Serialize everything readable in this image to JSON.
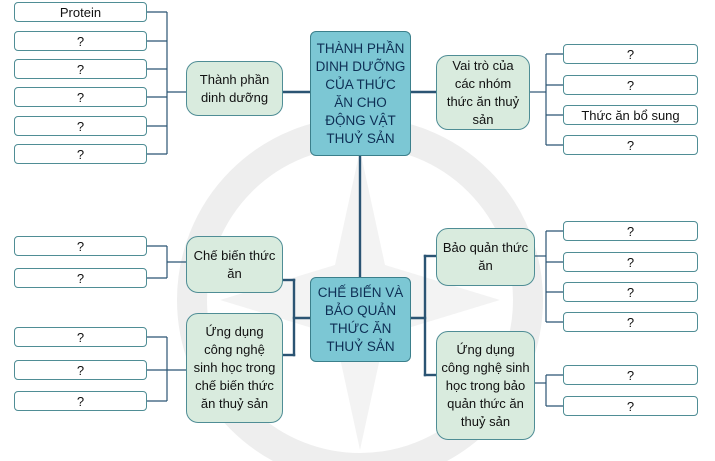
{
  "center_top": "THÀNH PHẦN DINH DƯỠNG CỦA THỨC ĂN CHO ĐỘNG VẬT THUỶ SẢN",
  "center_bottom": "CHẾ BIẾN VÀ BẢO QUẢN THỨC ĂN THUỶ SẢN",
  "branches": {
    "thanh_phan": "Thành phần dinh dưỡng",
    "vai_tro": "Vai trò của các nhóm thức ăn thuỷ sản",
    "che_bien": "Chế biến thức ăn",
    "ung_dung_che_bien": "Ứng dụng công nghệ sinh học trong chế biến thức ăn thuỷ sản",
    "bao_quan": "Bảo quản thức ăn",
    "ung_dung_bao_quan": "Ứng dụng công nghệ sinh học trong bảo quản thức ăn thuỷ sản"
  },
  "leaves": {
    "thanh_phan": [
      "Protein",
      "?",
      "?",
      "?",
      "?",
      "?"
    ],
    "vai_tro": [
      "?",
      "?",
      "Thức ăn bổ sung",
      "?"
    ],
    "che_bien": [
      "?",
      "?"
    ],
    "ung_dung_che_bien": [
      "?",
      "?",
      "?"
    ],
    "bao_quan": [
      "?",
      "?",
      "?",
      "?"
    ],
    "ung_dung_bao_quan": [
      "?",
      "?"
    ]
  },
  "colors": {
    "line": "#2b5473",
    "leaf_border": "#4f8d95",
    "branch_fill": "#d9ebde",
    "center_fill": "#7cc7d4",
    "center_text": "#0e2f55"
  }
}
